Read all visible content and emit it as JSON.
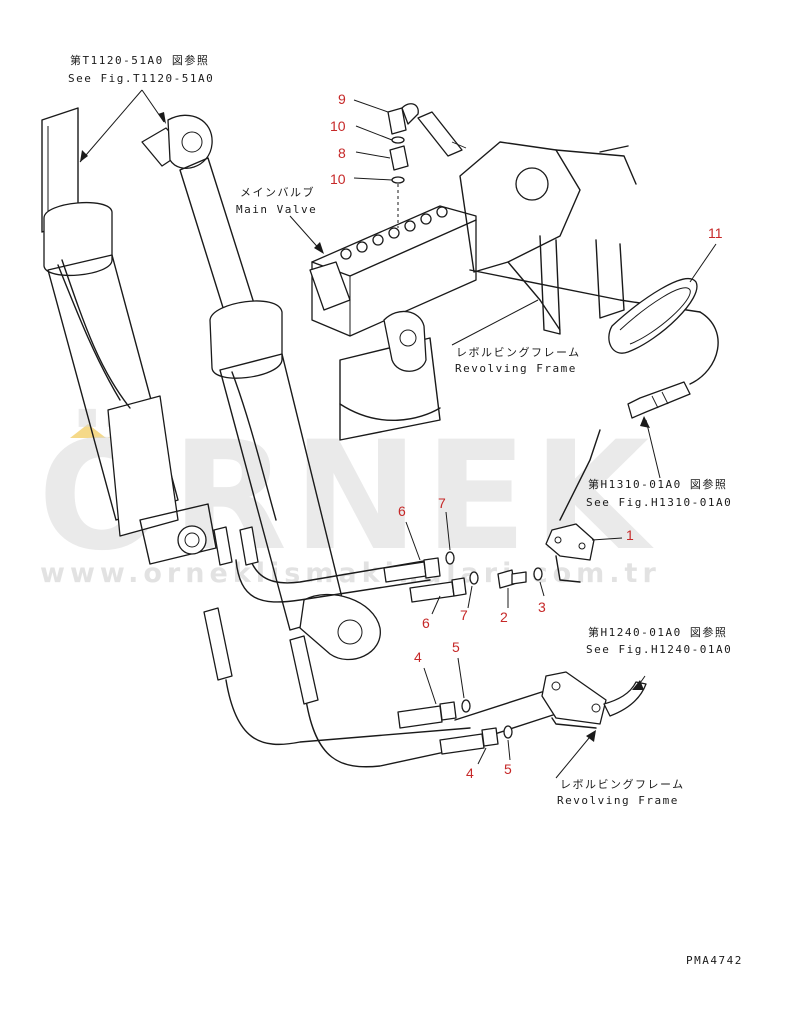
{
  "references": {
    "t1120": {
      "jp": "第T1120-51A0 図参照",
      "en": "See Fig.T1120-51A0"
    },
    "h1310": {
      "jp": "第H1310-01A0 図参照",
      "en": "See Fig.H1310-01A0"
    },
    "h1240": {
      "jp": "第H1240-01A0 図参照",
      "en": "See Fig.H1240-01A0"
    }
  },
  "components": {
    "main_valve": {
      "jp": "メインバルブ",
      "en": "Main Valve"
    },
    "revolving_frame_upper": {
      "jp": "レボルビングフレーム",
      "en": "Revolving Frame"
    },
    "revolving_frame_lower": {
      "jp": "レボルビングフレーム",
      "en": "Revolving Frame"
    }
  },
  "part_numbers": {
    "n1": "1",
    "n2": "2",
    "n3": "3",
    "n4a": "4",
    "n4b": "4",
    "n5a": "5",
    "n5b": "5",
    "n6a": "6",
    "n6b": "6",
    "n7a": "7",
    "n7b": "7",
    "n8": "8",
    "n9": "9",
    "n10a": "10",
    "n10b": "10",
    "n11": "11"
  },
  "drawing_code": "PMA4742",
  "watermark": {
    "main": "ÖRNEK",
    "url": "www.orneklismakinalari.com.tr"
  },
  "colors": {
    "callout": "#c62828",
    "line": "#1a1a1a",
    "watermark": "#d9d9d9",
    "watermark_accent": "#f2cf6b"
  }
}
